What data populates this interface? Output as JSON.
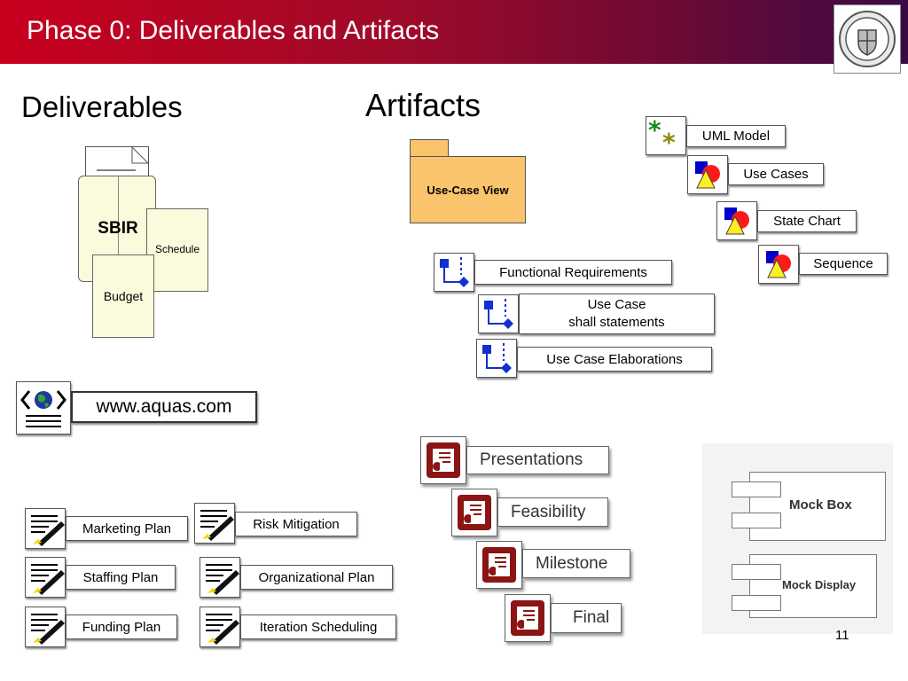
{
  "header": {
    "title": "Phase 0: Deliverables and Artifacts"
  },
  "deliverables": {
    "heading": "Deliverables",
    "docs": {
      "sbir": "SBIR",
      "schedule": "Schedule",
      "budget": "Budget"
    },
    "website": "www.aquas.com",
    "plans": [
      "Marketing Plan",
      "Risk Mitigation",
      "Staffing Plan",
      "Organizational Plan",
      "Funding Plan",
      "Iteration Scheduling"
    ]
  },
  "artifacts": {
    "heading": "Artifacts",
    "package": "Use-Case View",
    "uml": [
      "UML Model",
      "Use Cases",
      "State Chart",
      "Sequence"
    ],
    "requirements": [
      "Functional Requirements",
      "Use Case",
      "shall statements",
      "Use Case Elaborations"
    ],
    "presentations": [
      "Presentations",
      "Feasibility",
      "Milestone",
      "Final"
    ],
    "mock": [
      "Mock Box",
      "Mock Display"
    ]
  },
  "page_number": "11",
  "colors": {
    "header_start": "#c8001e",
    "header_end": "#3a0a45",
    "package": "#f9c46b",
    "pres_red": "#8b1414",
    "doc_fill": "#fafadc"
  }
}
